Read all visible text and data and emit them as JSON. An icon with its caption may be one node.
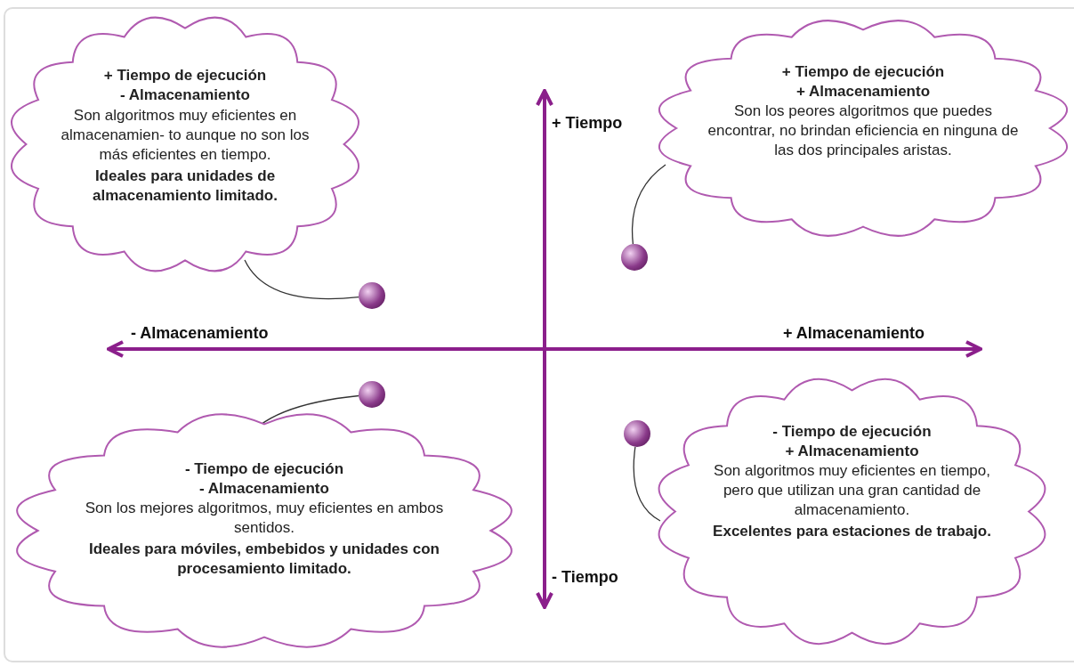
{
  "diagram": {
    "nodes": [
      {
        "text": [
          "+ Tiempo de ejecución",
          "- Almacenamiento",
          "Son algoritmos muy eficientes en almacenamien- to aunque no son los más eficientes en tiempo.",
          "Ideales para unidades de almacenamiento limitado."
        ]
      },
      {
        "text": [],
        "shape": "circle"
      },
      {
        "text": [
          "+ Tiempo de ejecución",
          "+ Almacenamiento",
          "Son los peores algoritmos que puedes encontrar, no brindan eficiencia en ninguna de las dos principales aristas."
        ]
      },
      {
        "text": [],
        "shape": "circle"
      },
      {
        "text": [],
        "shape": "circle"
      },
      {
        "text": [
          "- Tiempo de ejecución",
          "- Almacenamiento",
          "Son los mejores algoritmos, muy eficientes en ambos sentidos.",
          "Ideales para móviles, embebidos y unidades con procesamiento limitado."
        ]
      },
      {
        "text": [],
        "shape": "circle"
      },
      {
        "text": [
          "- Tiempo de ejecución",
          "+ Almacenamiento",
          "Son algoritmos muy eficientes en tiempo, pero que utilizan una gran cantidad de almacenamiento.",
          "Excelentes para estaciones de trabajo."
        ]
      }
    ],
    "edges": [
      {
        "from": 0,
        "to": 1,
        "arrow": "none"
      },
      {
        "from": 2,
        "to": 3,
        "arrow": "none"
      },
      {
        "from": 5,
        "to": 4,
        "arrow": "none"
      },
      {
        "from": 7,
        "to": 6,
        "arrow": "none"
      }
    ],
    "labels": [
      "+ Tiempo",
      "- Almacenamiento",
      "+ Almacenamiento",
      "- Tiempo"
    ]
  }
}
